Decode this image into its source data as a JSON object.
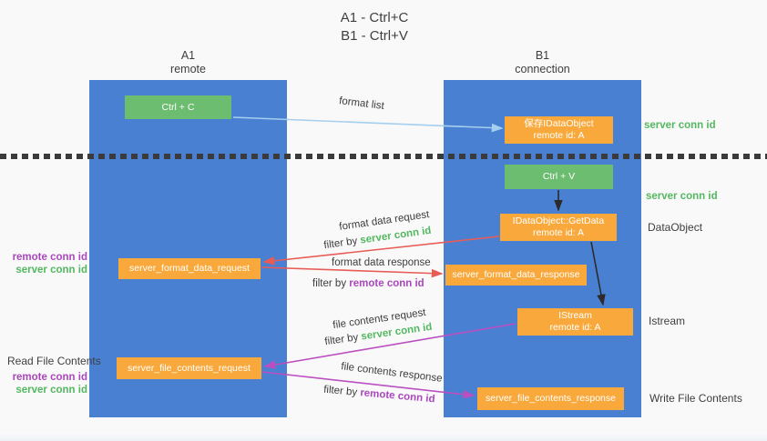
{
  "title": {
    "line1": "A1 - Ctrl+C",
    "line2": "B1 - Ctrl+V"
  },
  "lanes": {
    "left": {
      "name": "A1",
      "subtitle": "remote"
    },
    "right": {
      "name": "B1",
      "subtitle": "connection"
    }
  },
  "nodes": {
    "ctrl_c": {
      "label": "Ctrl + C"
    },
    "ctrl_v": {
      "label": "Ctrl + V"
    },
    "save_idataobject": {
      "line1": "保存IDataObject",
      "line2": "remote id: A"
    },
    "getdata": {
      "line1": "IDataObject::GetData",
      "line2": "remote id: A"
    },
    "istream": {
      "line1": "IStream",
      "line2": "remote id: A"
    },
    "server_format_data_request": {
      "label": "server_format_data_request"
    },
    "server_format_data_response": {
      "label": "server_format_data_response"
    },
    "server_file_contents_request": {
      "label": "server_file_contents_request"
    },
    "server_file_contents_response": {
      "label": "server_file_contents_response"
    }
  },
  "annotations": {
    "format_list": "format list",
    "server_conn_id_top": "server conn id",
    "server_conn_id_mid": "server conn id",
    "dataobject_side": "DataObject",
    "istream_side": "Istream",
    "write_file_contents": "Write File Contents",
    "read_file_contents": "Read File Contents",
    "format_data_request": "format data request",
    "format_data_response": "format data response",
    "file_contents_request": "file contents request",
    "file_contents_response": "file contents response",
    "filter_by": "filter by",
    "server_conn_id": "server conn id",
    "remote_conn_id": "remote conn id"
  },
  "colors": {
    "lane_blue": "#4a80d2",
    "node_green": "#6dbd71",
    "node_orange": "#f9a93c",
    "arrow_lightblue": "#a5cfee",
    "arrow_red": "#e85c55",
    "arrow_magenta": "#bb4fc0",
    "arrow_black": "#2b2b2b",
    "text_green": "#53b85f",
    "text_purple": "#ab47bc"
  }
}
